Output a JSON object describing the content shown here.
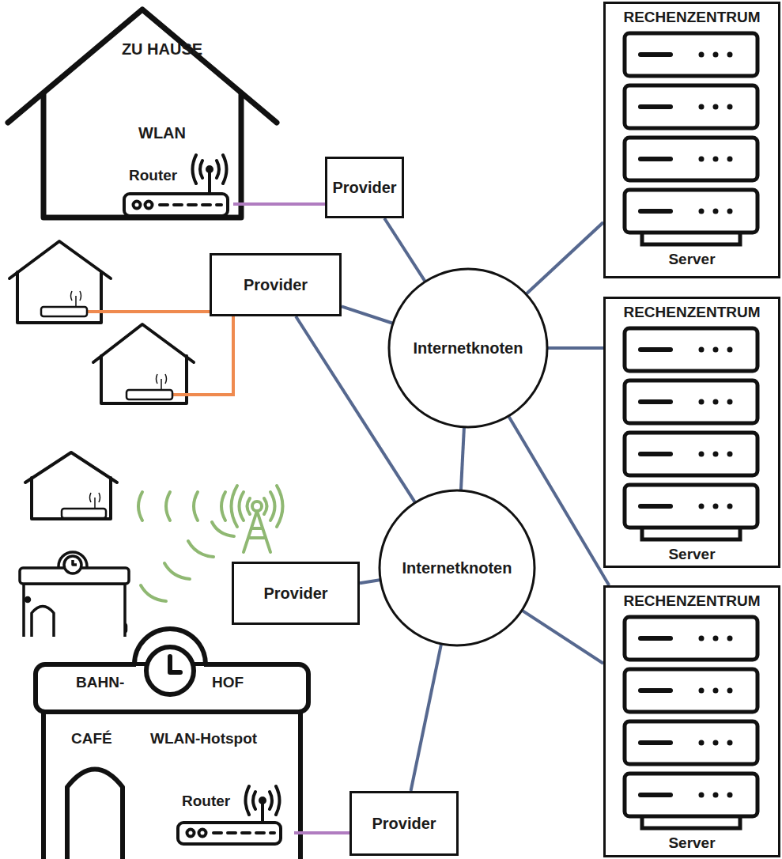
{
  "diagram": {
    "nodes": [
      {
        "text": [
          "ZU HAUSE",
          "WLAN"
        ]
      },
      {
        "text": [
          "Router"
        ],
        "in": 0
      },
      {
        "text": [
          "RECHENZENTRUM",
          "Server"
        ]
      },
      {
        "text": [
          "Provider"
        ]
      },
      {
        "text": [
          "Provider"
        ]
      },
      {
        "text": [
          "Internetknoten"
        ]
      },
      {
        "text": [
          "RECHENZENTRUM",
          "Server"
        ]
      },
      {
        "text": [
          "Internetknoten"
        ]
      },
      {
        "text": [
          "Provider"
        ]
      },
      {
        "text": [
          "RECHENZENTRUM",
          "Server"
        ]
      },
      {
        "text": [
          "BAHN-",
          "HOF",
          "CAFÉ",
          "WLAN-Hotspot"
        ]
      },
      {
        "text": [
          "Router"
        ],
        "in": 10
      },
      {
        "text": [
          "Provider"
        ]
      }
    ],
    "edges": [
      {
        "from": 1,
        "to": 3,
        "arrow": "none"
      },
      {
        "from": 3,
        "to": 5,
        "arrow": "none"
      },
      {
        "from": 4,
        "to": 5,
        "arrow": "none"
      },
      {
        "from": 4,
        "to": 7,
        "arrow": "none"
      },
      {
        "from": 5,
        "to": 7,
        "arrow": "none"
      },
      {
        "from": 5,
        "to": 2,
        "arrow": "none"
      },
      {
        "from": 5,
        "to": 6,
        "arrow": "none"
      },
      {
        "from": 5,
        "to": 9,
        "arrow": "none"
      },
      {
        "from": 7,
        "to": 9,
        "arrow": "none"
      },
      {
        "from": 8,
        "to": 7,
        "arrow": "none"
      },
      {
        "from": 12,
        "to": 7,
        "arrow": "none"
      },
      {
        "from": 11,
        "to": 12,
        "arrow": "none"
      }
    ]
  }
}
